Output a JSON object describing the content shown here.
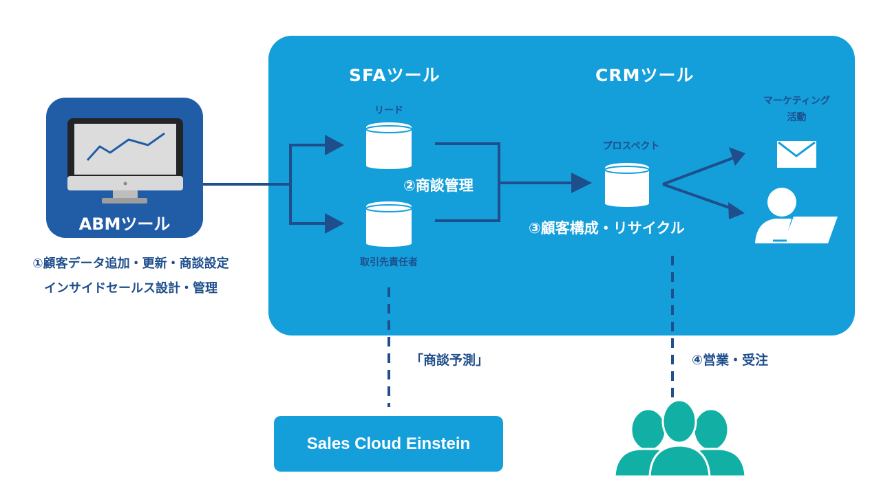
{
  "abm": {
    "title": "ABMツール",
    "caption_line1": "①顧客データ追加・更新・商談設定",
    "caption_line2": "インサイドセールス設計・管理"
  },
  "sfa": {
    "title": "SFAツール",
    "db_top_label": "リード",
    "db_bottom_label": "取引先責任者",
    "step_label": "②商談管理"
  },
  "crm": {
    "title": "CRMツール",
    "db_label": "プロスペクト",
    "step_label": "③顧客構成・リサイクル",
    "marketing_label_line1": "マーケティング",
    "marketing_label_line2": "活動"
  },
  "forecast": {
    "label": "「商談予測」",
    "product": "Sales Cloud Einstein"
  },
  "sales": {
    "label": "④営業・受注"
  },
  "colors": {
    "panel_blue": "#149fdb",
    "navy": "#215da6",
    "arrow_navy": "#1f4e8c",
    "team_teal": "#12b0a4",
    "white": "#ffffff"
  },
  "icons": {
    "abm": "monitor-chart-icon",
    "database": "database-icon",
    "mail": "envelope-icon",
    "person": "person-laptop-icon",
    "team": "team-icon"
  }
}
